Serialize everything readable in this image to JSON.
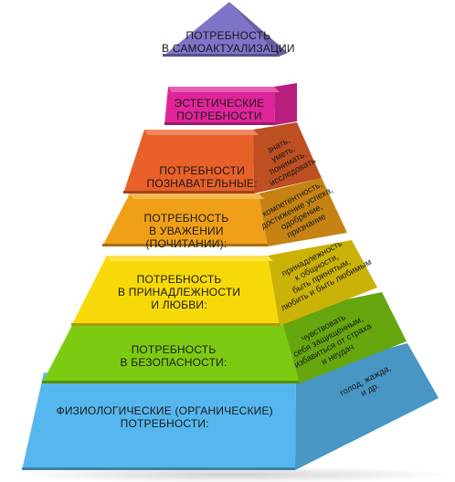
{
  "levels": [
    {
      "id": "self-actualization",
      "front": [
        "ПОТРЕБНОСТЬ",
        "В САМОАКТУАЛИЗАЦИИ"
      ],
      "side": [],
      "color": "#7e75c9"
    },
    {
      "id": "aesthetic",
      "front": [
        "ЭСТЕТИЧЕСКИЕ",
        "ПОТРЕБНОСТИ"
      ],
      "side": [],
      "color": "#e0259a"
    },
    {
      "id": "cognitive",
      "front": [
        "ПОТРЕБНОСТИ",
        "ПОЗНАВАТЕЛЬНЫЕ:"
      ],
      "side": [
        "знать,",
        "уметь,",
        "понимать,",
        "исследовать"
      ],
      "color": "#e8602a"
    },
    {
      "id": "esteem",
      "front": [
        "ПОТРЕБНОСТЬ",
        "В УВАЖЕНИИ",
        "(ПОЧИТАНИИ):"
      ],
      "side": [
        "компетентность,",
        "достижение успеха,",
        "одобрение,",
        "признание"
      ],
      "color": "#f0a018"
    },
    {
      "id": "belonging",
      "front": [
        "ПОТРЕБНОСТЬ",
        "В ПРИНАДЛЕЖНОСТИ",
        "И ЛЮБВИ:"
      ],
      "side": [
        "принадлежность",
        "к общности,",
        "быть принятым,",
        "любить и быть любимым"
      ],
      "color": "#f7d90a"
    },
    {
      "id": "safety",
      "front": [
        "ПОТРЕБНОСТЬ",
        "В БЕЗОПАСНОСТИ:"
      ],
      "side": [
        "чувствовать",
        "себя защищенным,",
        "избавиться от страха",
        "и неудач"
      ],
      "color": "#7ccb12"
    },
    {
      "id": "physiological",
      "front": [
        "ФИЗИОЛОГИЧЕСКИЕ (ОРГАНИЧЕСКИЕ)",
        "ПОТРЕБНОСТИ:"
      ],
      "side": [
        "голод, жажда,",
        "и др."
      ],
      "color": "#56b7ee"
    }
  ]
}
